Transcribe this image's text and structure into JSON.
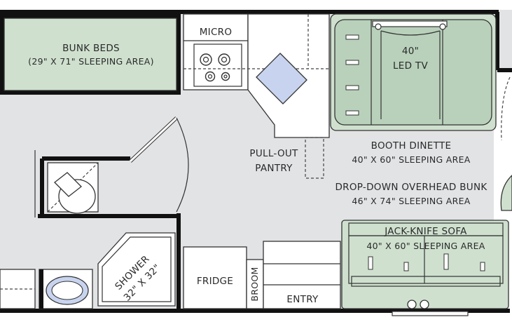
{
  "labels": {
    "bunk_beds_title": "BUNK BEDS",
    "bunk_beds_size": "(29\" X 71\" SLEEPING AREA)",
    "micro": "MICRO",
    "tv_size": "40\"",
    "tv_type": "LED TV",
    "pantry_line1": "PULL-OUT",
    "pantry_line2": "PANTRY",
    "dinette_title": "BOOTH DINETTE",
    "dinette_size": "40\" X 60\" SLEEPING AREA",
    "overhead_title": "DROP-DOWN OVERHEAD BUNK",
    "overhead_size": "46\" X 74\" SLEEPING AREA",
    "sofa_title": "JACK-KNIFE SOFA",
    "sofa_size": "40\" X 60\" SLEEPING AREA",
    "shower_title": "SHOWER",
    "shower_size": "32\" X 32\"",
    "fridge": "FRIDGE",
    "broom": "BROOM",
    "entry": "ENTRY"
  },
  "colors": {
    "floor": "#e2e3e5",
    "sleeping_area": "#cfe0cf",
    "counter": "#ffffff",
    "sink": "#c8d4ef",
    "wall": "#111111"
  }
}
